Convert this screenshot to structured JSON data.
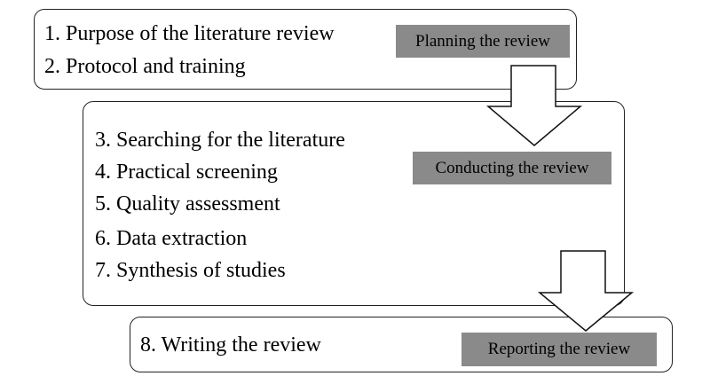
{
  "stages": [
    {
      "label": "Planning the review",
      "items": [
        "1. Purpose of the literature review",
        "2. Protocol and training"
      ]
    },
    {
      "label": "Conducting the review",
      "items": [
        "3. Searching for the literature",
        "4. Practical screening",
        "5. Quality assessment",
        "6. Data extraction",
        "7. Synthesis of studies"
      ]
    },
    {
      "label": "Reporting the review",
      "items": [
        "8. Writing the review"
      ]
    }
  ]
}
